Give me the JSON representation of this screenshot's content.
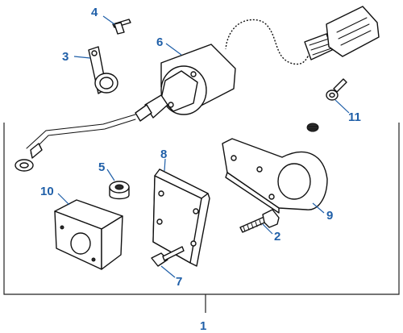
{
  "diagram": {
    "callouts": [
      {
        "id": "c1",
        "label": "1"
      },
      {
        "id": "c2",
        "label": "2"
      },
      {
        "id": "c3",
        "label": "3"
      },
      {
        "id": "c4",
        "label": "4"
      },
      {
        "id": "c5",
        "label": "5"
      },
      {
        "id": "c6",
        "label": "6"
      },
      {
        "id": "c7",
        "label": "7"
      },
      {
        "id": "c8",
        "label": "8"
      },
      {
        "id": "c9",
        "label": "9"
      },
      {
        "id": "c10",
        "label": "10"
      },
      {
        "id": "c11",
        "label": "11"
      }
    ],
    "colors": {
      "callout": "#1f5fa8",
      "line": "#111111",
      "shade": "#cfd6df"
    }
  }
}
